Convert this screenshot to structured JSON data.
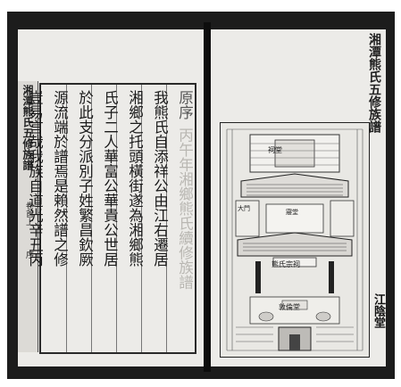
{
  "left_page": {
    "margin_title": "湘潭熊氏五修族譜",
    "volume": "卷首上",
    "section_mark": "序",
    "heading": "原序",
    "columns": [
      "我熊氏自添祥公由江右遷居",
      "湘鄉之托頭橫街遂為湘鄉熊",
      "氏子二人華富公華貴公世居",
      "於此支分派別子姓繁昌欽厥",
      "源流端於譜焉是賴然譜之修",
      "豈易言哉我族自道光辛丑丙"
    ],
    "faint_column": "丙午年湘鄉熊氏續修族譜"
  },
  "right_page": {
    "margin_title": "湘潭熊氏五修族譜",
    "bottom_label": "江陰堂",
    "diagram_labels": [
      "祠堂",
      "大門",
      "熊氏宗祠",
      "敦倫堂",
      "寢堂"
    ]
  }
}
